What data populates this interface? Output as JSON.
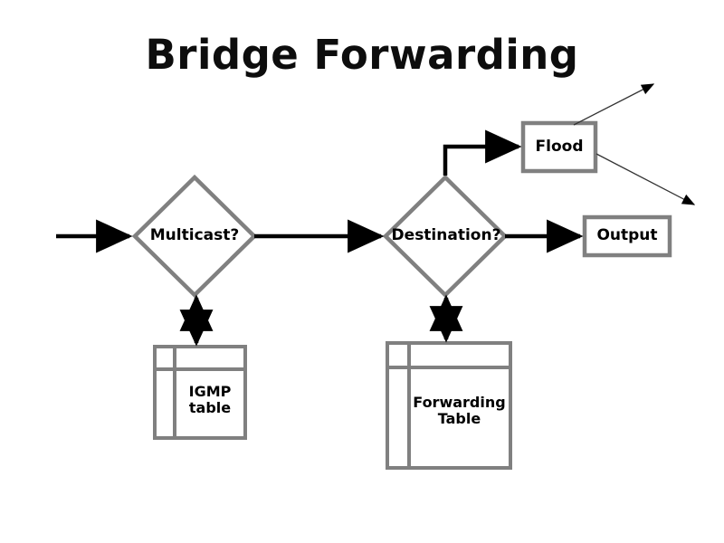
{
  "title": "Bridge Forwarding",
  "colors": {
    "shape_stroke": "#808080",
    "arrow_stroke": "#000000",
    "thin_arrow_stroke": "#333333",
    "text": "#000000",
    "background": "#ffffff"
  },
  "nodes": {
    "multicast_decision": {
      "label": "Multicast?",
      "shape": "diamond"
    },
    "destination_decision": {
      "label": "Destination?",
      "shape": "diamond"
    },
    "flood_box": {
      "label": "Flood",
      "shape": "rectangle"
    },
    "output_box": {
      "label": "Output",
      "shape": "rectangle"
    },
    "igmp_table": {
      "label": "IGMP\ntable",
      "shape": "table"
    },
    "forwarding_table": {
      "label": "Forwarding\nTable",
      "shape": "table"
    }
  },
  "connectors": [
    {
      "name": "input-to-multicast",
      "style": "thick-arrow",
      "direction": "right"
    },
    {
      "name": "multicast-to-destination",
      "style": "thick-arrow",
      "direction": "right"
    },
    {
      "name": "multicast-to-igmp-table",
      "style": "thick-double-arrow",
      "direction": "vertical"
    },
    {
      "name": "destination-to-forwarding-table",
      "style": "thick-double-arrow",
      "direction": "vertical"
    },
    {
      "name": "destination-to-flood",
      "style": "thick-elbow-arrow",
      "direction": "up-right"
    },
    {
      "name": "destination-to-output",
      "style": "thick-arrow",
      "direction": "right"
    },
    {
      "name": "flood-out-upper",
      "style": "thin-arrow",
      "direction": "up-right"
    },
    {
      "name": "flood-out-lower",
      "style": "thin-arrow",
      "direction": "down-right"
    }
  ]
}
